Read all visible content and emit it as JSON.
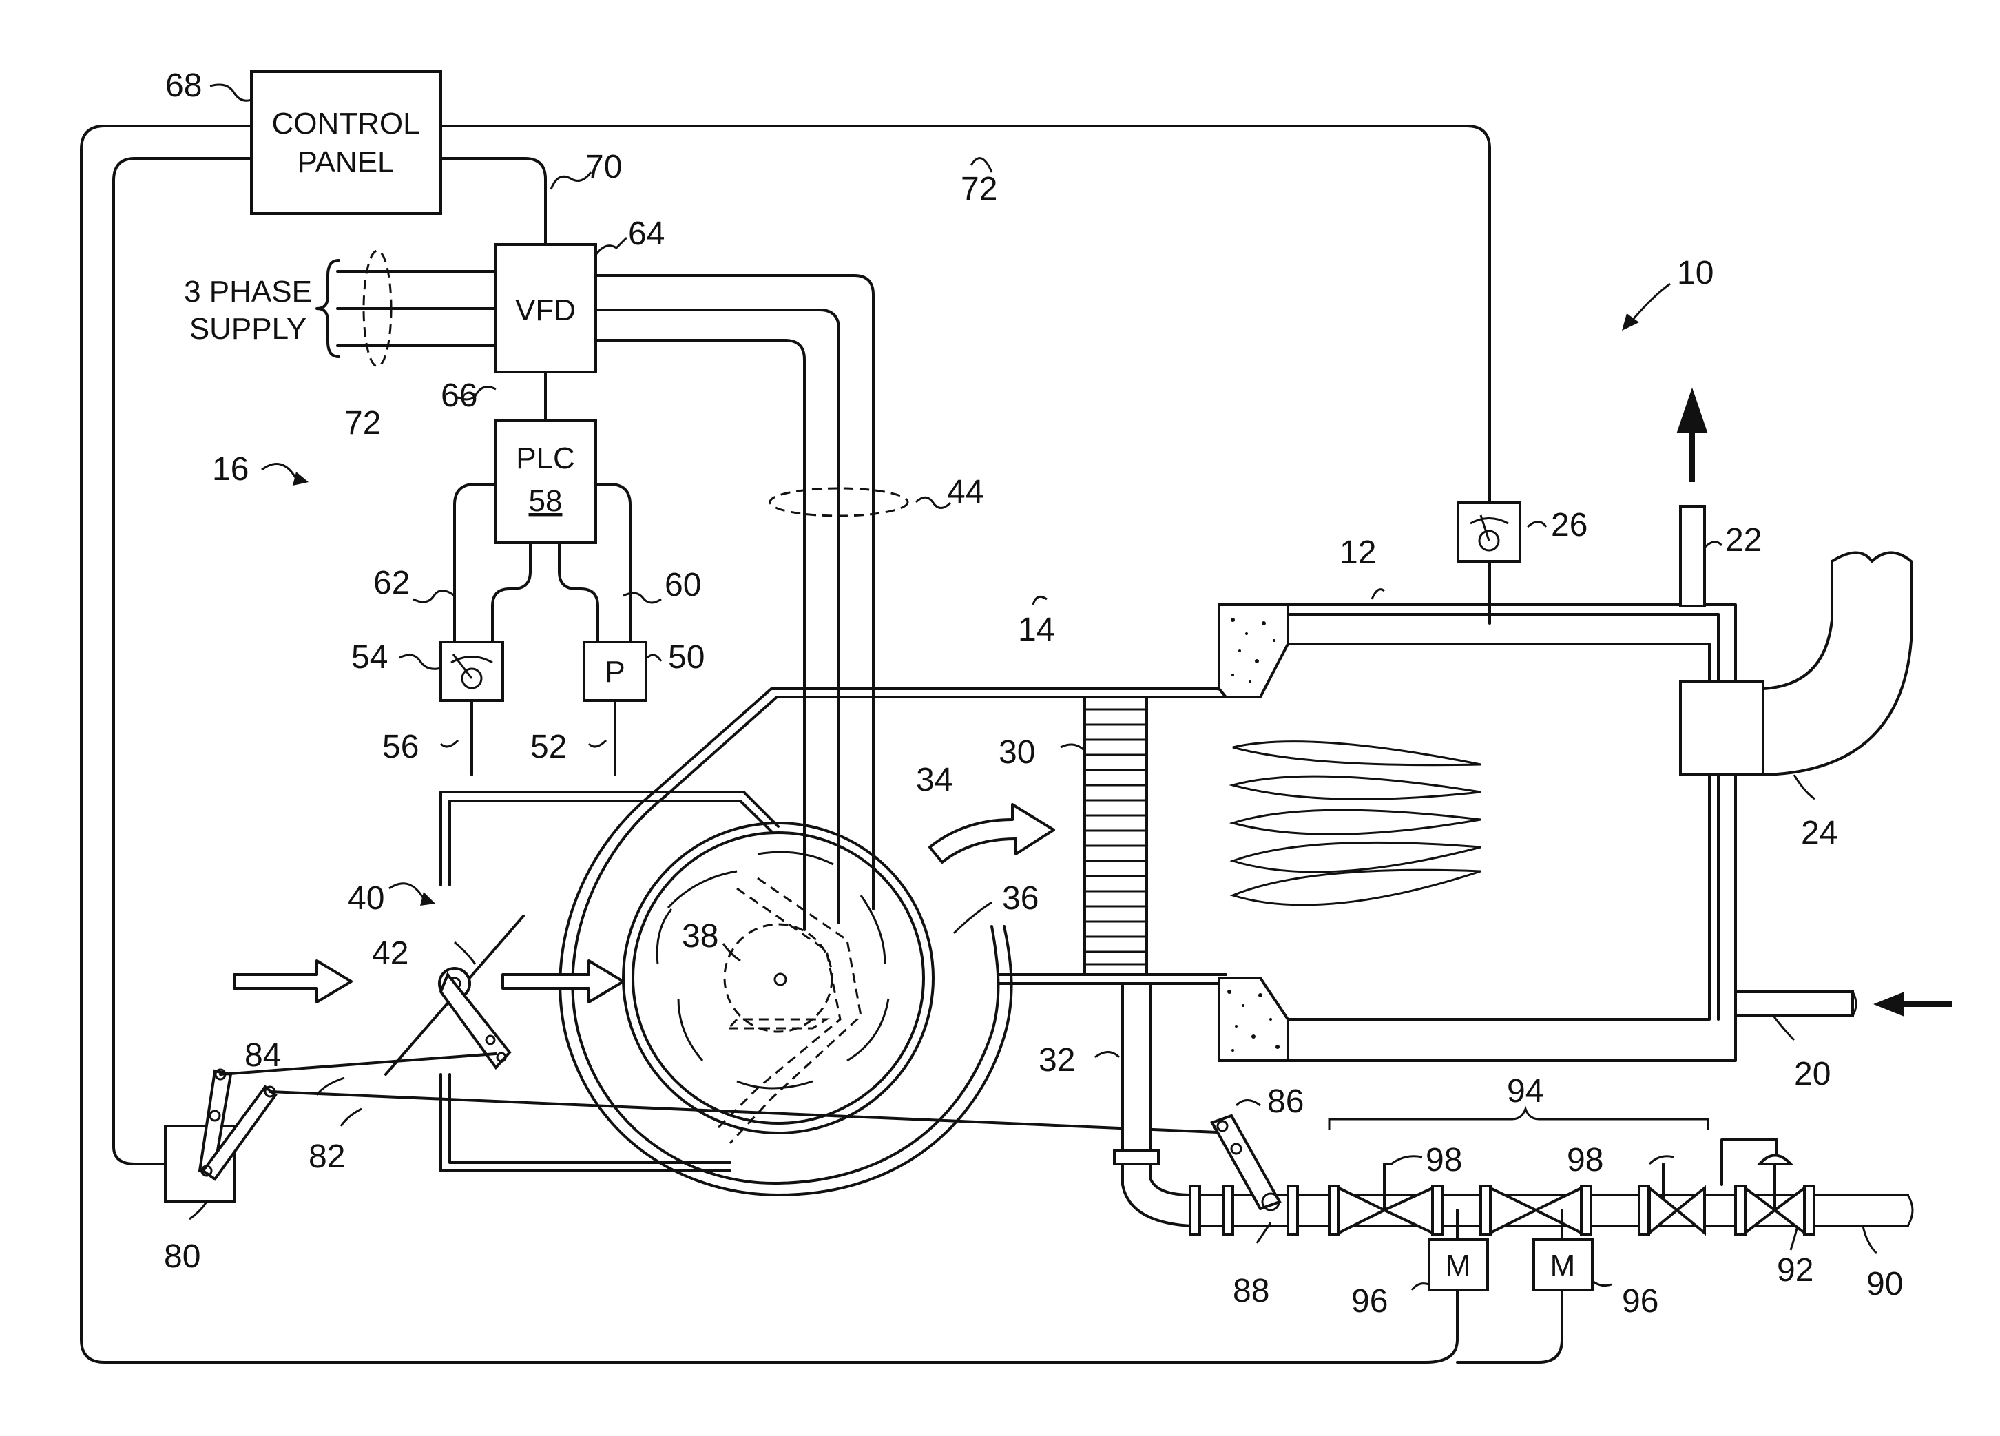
{
  "blocks": {
    "control_panel_line1": "CONTROL",
    "control_panel_line2": "PANEL",
    "vfd": "VFD",
    "plc": "PLC",
    "plc_number": "58",
    "pressure_sensor": "P",
    "motor_a": "M",
    "motor_b": "M"
  },
  "supply": {
    "line1": "3 PHASE",
    "line2": "SUPPLY"
  },
  "refs": {
    "r10": "10",
    "r12": "12",
    "r14": "14",
    "r16": "16",
    "r20": "20",
    "r22": "22",
    "r24": "24",
    "r26": "26",
    "r30": "30",
    "r32": "32",
    "r34": "34",
    "r36": "36",
    "r38": "38",
    "r40": "40",
    "r42": "42",
    "r44": "44",
    "r50": "50",
    "r52": "52",
    "r54": "54",
    "r56": "56",
    "r60": "60",
    "r62": "62",
    "r64": "64",
    "r66": "66",
    "r68": "68",
    "r70": "70",
    "r72a": "72",
    "r72b": "72",
    "r80": "80",
    "r82": "82",
    "r84": "84",
    "r86": "86",
    "r88": "88",
    "r90": "90",
    "r92": "92",
    "r94": "94",
    "r96a": "96",
    "r96b": "96",
    "r98a": "98",
    "r98b": "98"
  }
}
